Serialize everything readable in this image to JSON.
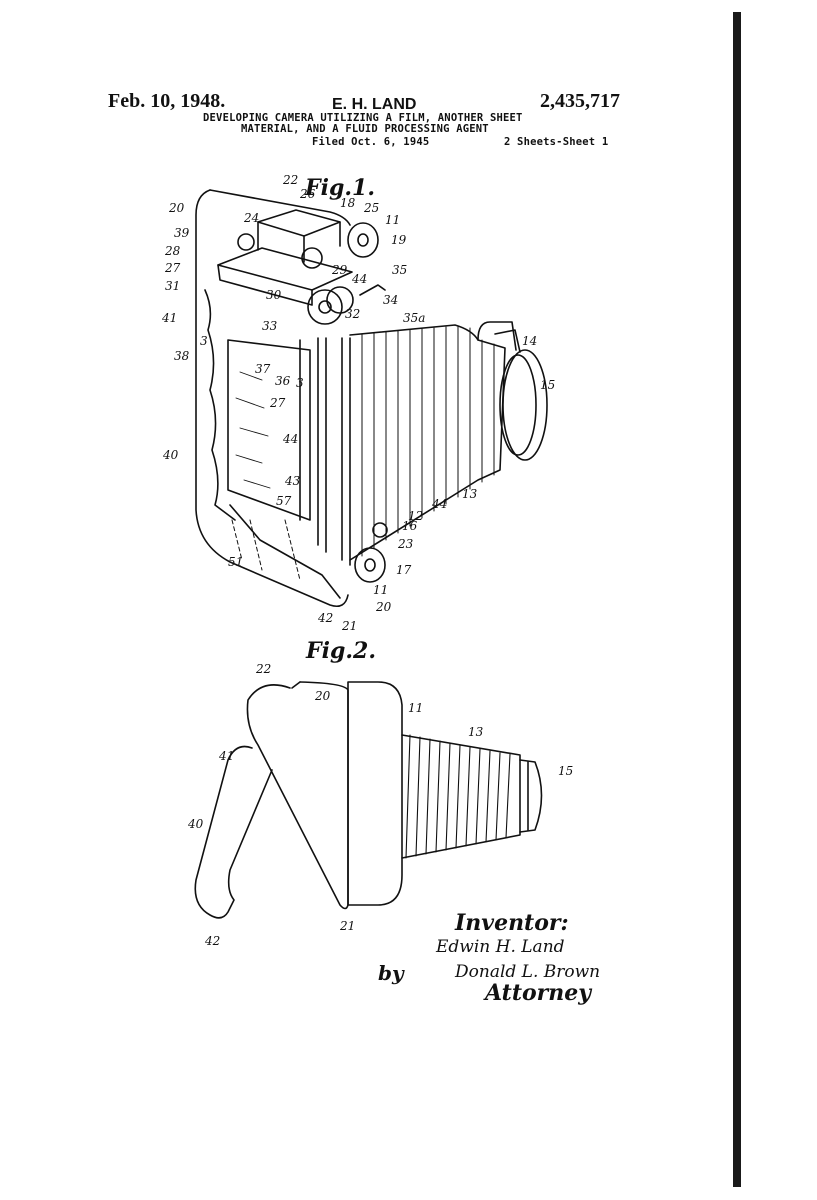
{
  "header": {
    "date": "Feb. 10, 1948.",
    "inventor": "E. H. LAND",
    "patent_number": "2,435,717",
    "title_line1": "DEVELOPING CAMERA UTILIZING A FILM, ANOTHER SHEET",
    "title_line2": "MATERIAL, AND A FLUID PROCESSING AGENT",
    "filed": "Filed Oct. 6, 1945",
    "sheets": "2 Sheets-Sheet 1"
  },
  "figures": {
    "fig1_label": "Fig.1.",
    "fig2_label": "Fig.2."
  },
  "fig1_labels": {
    "n22": "22",
    "n26": "26",
    "n20": "20",
    "n18": "18",
    "n25": "25",
    "n11": "11",
    "n24": "24",
    "n39": "39",
    "n19": "19",
    "n28": "28",
    "n27": "27",
    "n29": "29",
    "n44": "44",
    "n35": "35",
    "n31": "31",
    "n30": "30",
    "n34": "34",
    "n41": "41",
    "n32": "32",
    "n35a": "35a",
    "n3": "3",
    "n33": "33",
    "n14": "14",
    "n38": "38",
    "n37": "37",
    "n36": "36",
    "n3b": "3",
    "n15": "15",
    "n27b": "27",
    "n44b": "44",
    "n40": "40",
    "n43": "43",
    "n44c": "44",
    "n13": "13",
    "n57": "57",
    "n12": "12",
    "n16": "16",
    "n23": "23",
    "n51": "51",
    "n17": "17",
    "n11b": "11",
    "n20b": "20",
    "n42": "42",
    "n21": "21"
  },
  "fig2_labels": {
    "n22": "22",
    "n20": "20",
    "n11": "11",
    "n13": "13",
    "n41": "41",
    "n15": "15",
    "n40": "40",
    "n42": "42",
    "n21": "21"
  },
  "signature": {
    "inventor_heading": "Inventor:",
    "inventor_signature": "Edwin H. Land",
    "by": "by",
    "attorney_signature": "Donald L. Brown",
    "attorney_heading": "Attorney"
  }
}
